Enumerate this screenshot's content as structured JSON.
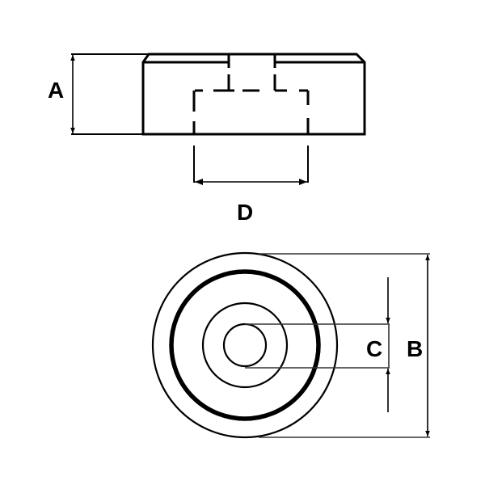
{
  "diagram": {
    "type": "technical-drawing",
    "subject": "cylindrical pot magnet with threaded/countersunk center bore",
    "views": [
      {
        "name": "side-view",
        "description": "Side elevation with chamfered top edge, central slot and hidden bore shown dashed"
      },
      {
        "name": "top-view",
        "description": "Concentric circles: outer diameter, thick ring, counterbore and through-hole"
      }
    ],
    "dimensions": {
      "A": {
        "label": "A",
        "meaning": "height"
      },
      "B": {
        "label": "B",
        "meaning": "outer diameter"
      },
      "C": {
        "label": "C",
        "meaning": "center hole diameter"
      },
      "D": {
        "label": "D",
        "meaning": "inner bore width"
      }
    },
    "colors": {
      "line": "#000000",
      "background": "#ffffff",
      "extension": "#333333"
    }
  }
}
